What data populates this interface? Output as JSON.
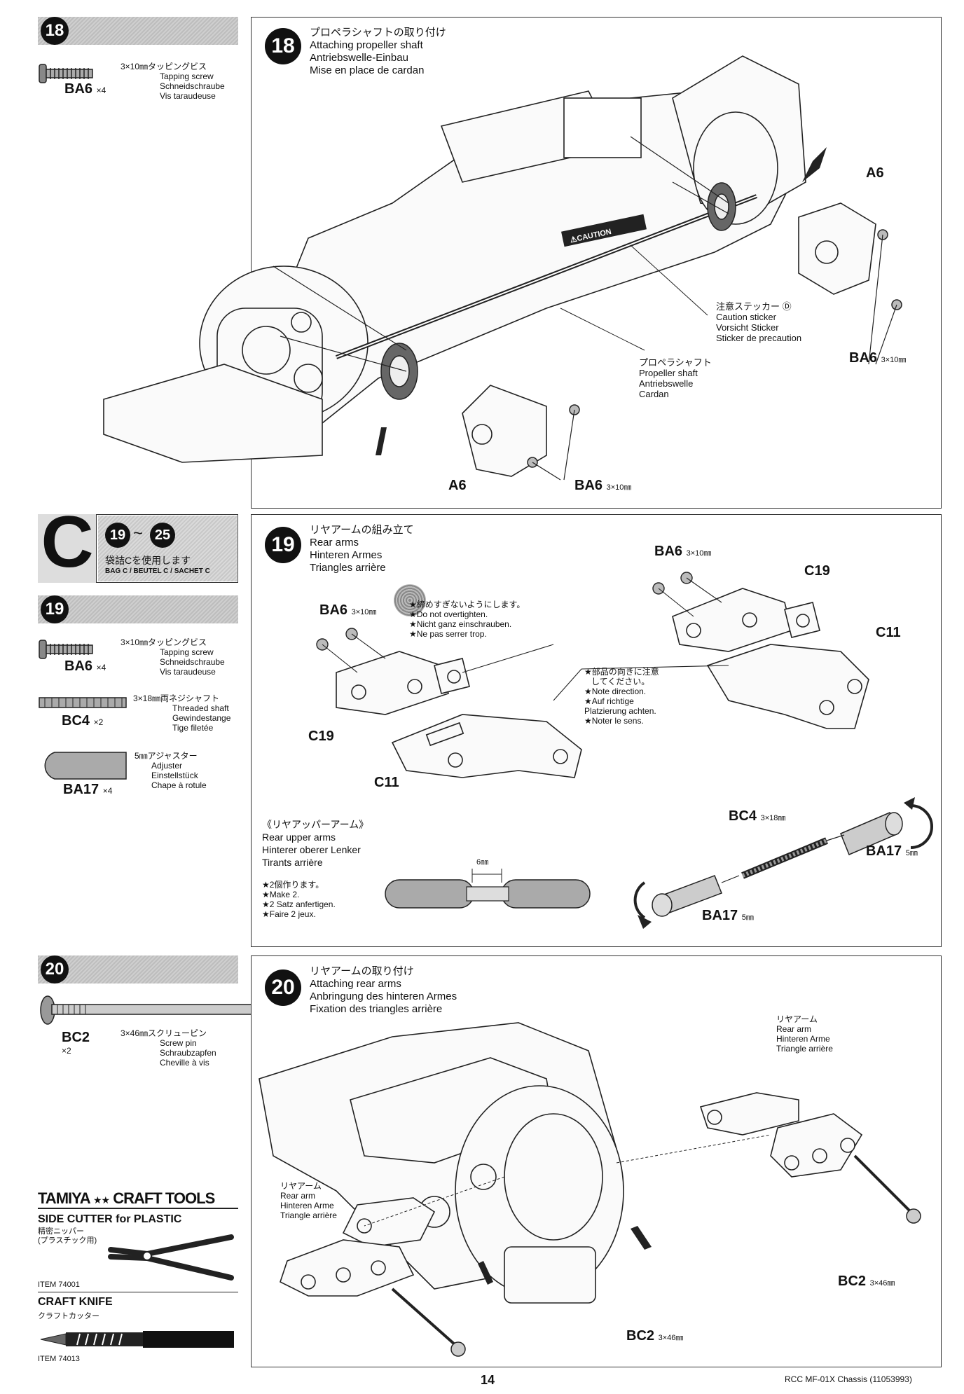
{
  "steps": {
    "s18": {
      "num": "18",
      "parts_screw_id": "BA6",
      "parts_screw_qty": "×4",
      "parts_screw_size": "3×10㎜タッピングビス",
      "parts_screw_en": "Tapping screw",
      "parts_screw_de": "Schneidschraube",
      "parts_screw_fr": "Vis taraudeuse",
      "title_jp": "プロペラシャフトの取り付け",
      "title_en": "Attaching propeller shaft",
      "title_de": "Antriebswelle-Einbau",
      "title_fr": "Mise en place de cardan",
      "sticker_jp": "注意ステッカー Ⓓ",
      "sticker_en": "Caution sticker",
      "sticker_de": "Vorsicht Sticker",
      "sticker_fr": "Sticker de precaution",
      "shaft_jp": "プロペラシャフト",
      "shaft_en": "Propeller shaft",
      "shaft_de": "Antriebswelle",
      "shaft_fr": "Cardan",
      "a6_top": "A6",
      "a6_bottom": "A6",
      "ba6_right": "BA6",
      "ba6_right_size": "3×10㎜",
      "ba6_bottom": "BA6",
      "ba6_bottom_size": "3×10㎜",
      "caution_text": "⚠CAUTION"
    },
    "bagC": {
      "letter": "C",
      "range_from": "19",
      "range_sep": "~",
      "range_to": "25",
      "bag_jp": "袋詰Cを使用します",
      "bag_en": "BAG C / BEUTEL C / SACHET C"
    },
    "s19": {
      "num": "19",
      "ba6_id": "BA6",
      "ba6_qty": "×4",
      "ba6_size": "3×10㎜タッピングビス",
      "ba6_en": "Tapping screw",
      "ba6_de": "Schneidschraube",
      "ba6_fr": "Vis taraudeuse",
      "bc4_id": "BC4",
      "bc4_qty": "×2",
      "bc4_size": "3×18㎜両ネジシャフト",
      "bc4_en": "Threaded shaft",
      "bc4_de": "Gewindestange",
      "bc4_fr": "Tige filetée",
      "ba17_id": "BA17",
      "ba17_qty": "×4",
      "ba17_size": "5㎜アジャスター",
      "ba17_en": "Adjuster",
      "ba17_de": "Einstellstück",
      "ba17_fr": "Chape à rotule",
      "title_jp": "リヤアームの組み立て",
      "title_en": "Rear arms",
      "title_de": "Hinteren Armes",
      "title_fr": "Triangles arrière",
      "warn_jp": "★締めすぎないようにします。",
      "warn_en": "★Do not overtighten.",
      "warn_de": "★Nicht ganz einschrauben.",
      "warn_fr": "★Ne pas serrer trop.",
      "dir_jp1": "★部品の向きに注意",
      "dir_jp2": "してください。",
      "dir_en": "★Note direction.",
      "dir_de1": "★Auf richtige",
      "dir_de2": "Platzierung achten.",
      "dir_fr": "★Noter le sens.",
      "ba6_left": "BA6",
      "ba6_left_size": "3×10㎜",
      "ba6_rt": "BA6",
      "ba6_rt_size": "3×10㎜",
      "c19_left": "C19",
      "c11_left": "C11",
      "c19_right": "C19",
      "c11_right": "C11",
      "upper_jp": "《リヤアッパーアーム》",
      "upper_en": "Rear upper arms",
      "upper_de": "Hinterer oberer Lenker",
      "upper_fr": "Tirants arrière",
      "make_jp": "★2個作ります。",
      "make_en": "★Make 2.",
      "make_de": "★2 Satz anfertigen.",
      "make_fr": "★Faire 2 jeux.",
      "gap_label": "6㎜",
      "bc4_callout": "BC4",
      "bc4_callout_size": "3×18㎜",
      "ba17_callout_r": "BA17",
      "ba17_callout_r_size": "5㎜",
      "ba17_callout_b": "BA17",
      "ba17_callout_b_size": "5㎜"
    },
    "s20": {
      "num": "20",
      "bc2_id": "BC2",
      "bc2_qty": "×2",
      "bc2_size": "3×46㎜スクリューピン",
      "bc2_en": "Screw pin",
      "bc2_de": "Schraubzapfen",
      "bc2_fr": "Cheville à vis",
      "title_jp": "リヤアームの取り付け",
      "title_en": "Attaching rear arms",
      "title_de": "Anbringung des hinteren Armes",
      "title_fr": "Fixation des triangles arrière",
      "arm_r_jp": "リヤアーム",
      "arm_r_en": "Rear arm",
      "arm_r_de": "Hinteren Arme",
      "arm_r_fr": "Triangle arrière",
      "arm_l_jp": "リヤアーム",
      "arm_l_en": "Rear arm",
      "arm_l_de": "Hinteren Arme",
      "arm_l_fr": "Triangle arrière",
      "bc2_right": "BC2",
      "bc2_right_size": "3×46㎜",
      "bc2_bottom": "BC2",
      "bc2_bottom_size": "3×46㎜"
    }
  },
  "tools": {
    "brand": "TAMIYA",
    "brand_suffix": "CRAFT TOOLS",
    "cutter_title": "SIDE CUTTER for PLASTIC",
    "cutter_jp1": "精密ニッパー",
    "cutter_jp2": "(プラスチック用)",
    "cutter_item": "ITEM 74001",
    "knife_title": "CRAFT KNIFE",
    "knife_jp": "クラフトカッター",
    "knife_item": "ITEM 74013"
  },
  "footer": {
    "page_number": "14",
    "model": "RCC MF-01X Chassis (11053993)"
  }
}
